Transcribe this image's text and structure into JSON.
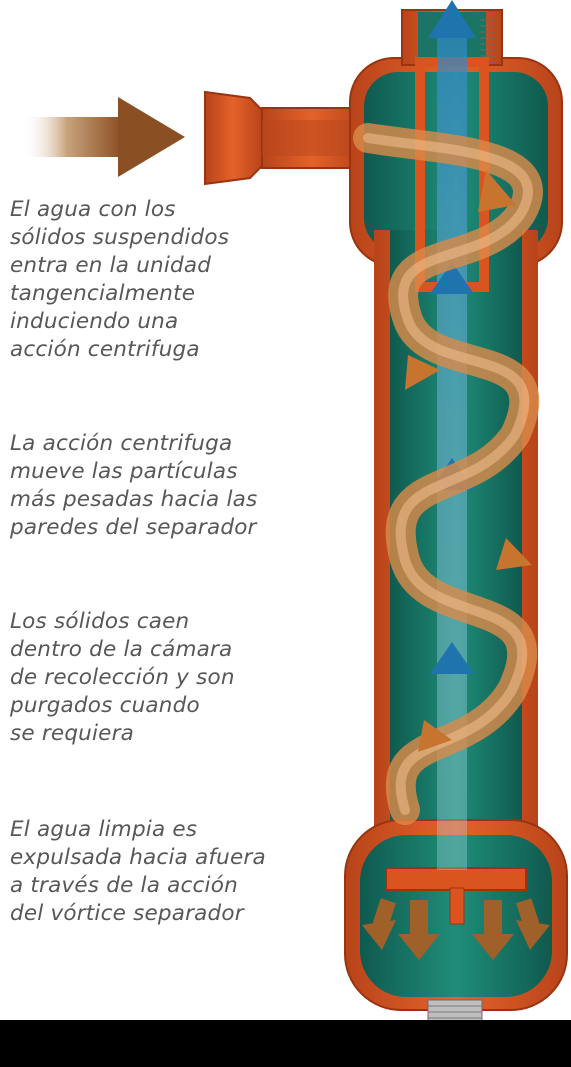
{
  "captions": [
    "El agua con los\nsólidos suspendidos\nentra en la unidad\ntangencialmente\ninduciendo una\nacción centrifuga",
    "La acción centrifuga\nmueve las partículas\nmás pesadas hacia las\nparedes del separador",
    "Los sólidos caen\ndentro de la cámara\nde recolección y son\npurgados cuando\nse requiera",
    "El agua limpia es\nexpulsada hacia afuera\na través de la acción\ndel vórtice separador"
  ],
  "colors": {
    "shell": "#d9541f",
    "shell_dark": "#a83a12",
    "water": "#136b5c",
    "water_light": "#1f8d79",
    "clean_flow": "#3f9fcf",
    "spiral": "#d98a4a",
    "solids_arrow": "#a0602a",
    "caption_text": "#555759",
    "footer": "#000000"
  },
  "icons": {
    "inlet": "inlet-arrow-icon",
    "outlet": "outlet-arrow-icon",
    "spiral": "vortex-spiral-icon",
    "solids": "solids-down-arrow-icon"
  }
}
